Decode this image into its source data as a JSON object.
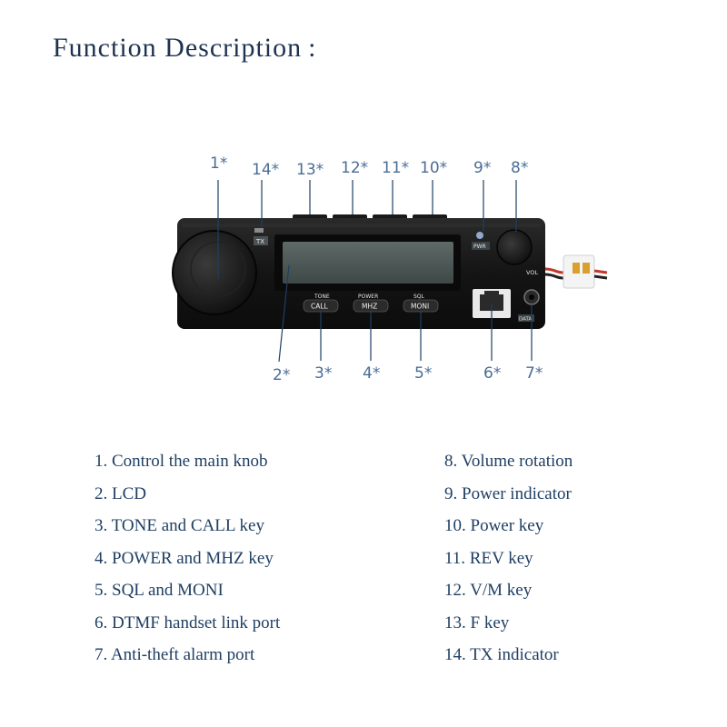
{
  "header": {
    "title": "Function Description :"
  },
  "callouts": [
    "1*",
    "14*",
    "13*",
    "12*",
    "11*",
    "10*",
    "9*",
    "8*",
    "2*",
    "3*",
    "4*",
    "5*",
    "6*",
    "7*"
  ],
  "device_labels": {
    "tx": "TX",
    "pwr": "PWR",
    "vol": "VOL",
    "data": "DATA",
    "tone": "TONE",
    "power": "POWER",
    "sql": "SQL",
    "call": "CALL",
    "mhz": "MHZ",
    "moni": "MONI"
  },
  "legend": {
    "left": [
      "1. Control the main knob",
      "2. LCD",
      "3. TONE and CALL key",
      "4. POWER and MHZ key",
      "5. SQL and MONI",
      "6. DTMF handset link port",
      "7. Anti-theft alarm port"
    ],
    "right": [
      "8. Volume rotation",
      "9. Power indicator",
      "10. Power key",
      "11. REV key",
      "12. V/M key",
      "13. F key",
      "14. TX indicator"
    ]
  },
  "colors": {
    "title": "#1d3350",
    "callout": "#4a6d96",
    "legend": "#1f3f63",
    "device": "#151515"
  }
}
